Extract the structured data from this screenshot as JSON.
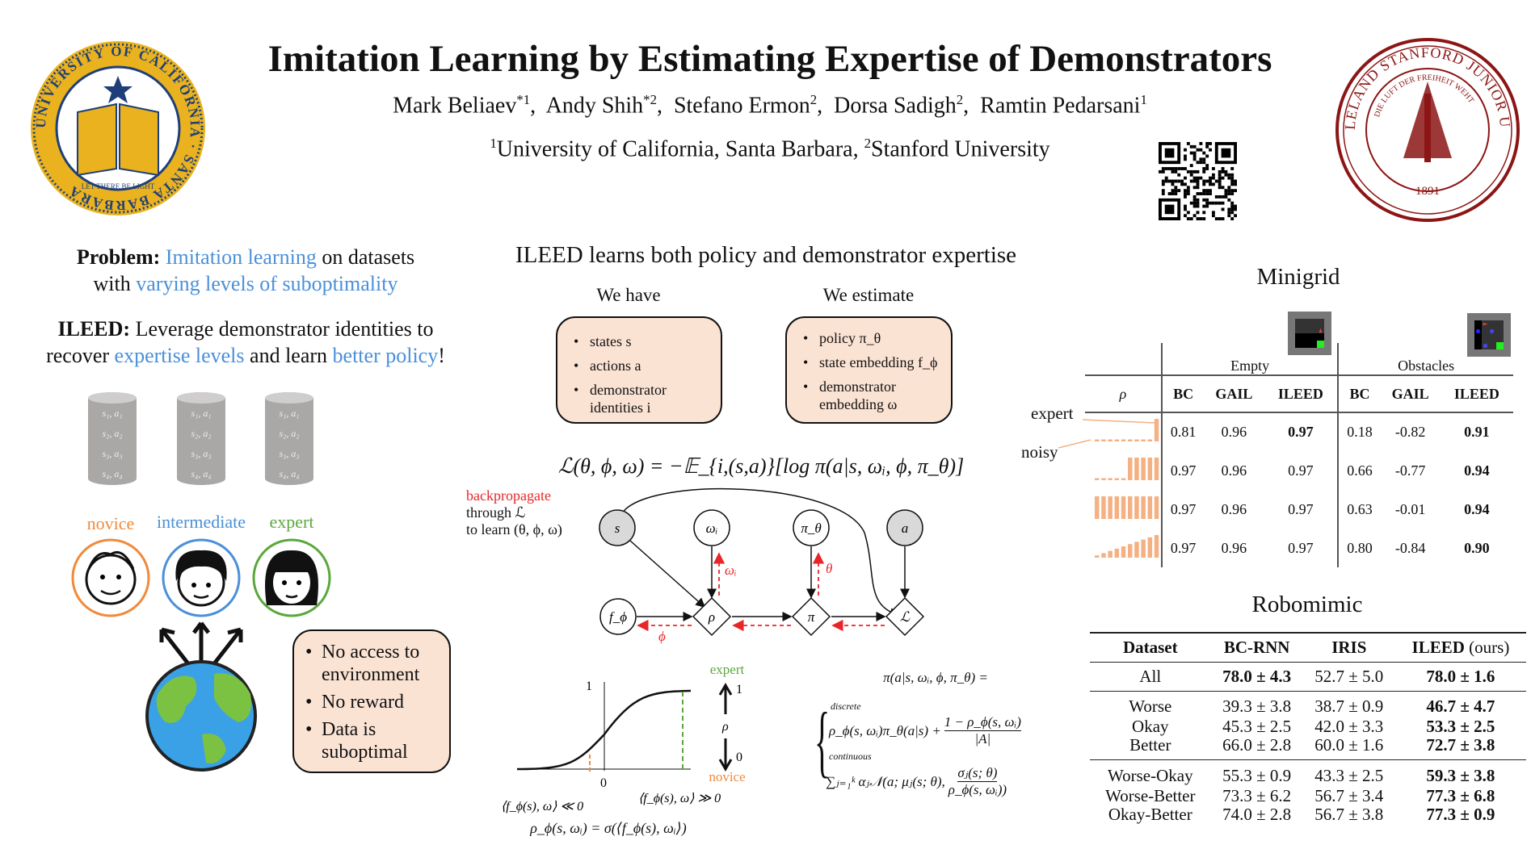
{
  "title": "Imitation Learning by Estimating Expertise of Demonstrators",
  "authors": [
    {
      "name": "Mark Beliaev",
      "sup": "*1"
    },
    {
      "name": "Andy Shih",
      "sup": "*2"
    },
    {
      "name": "Stefano Ermon",
      "sup": "2"
    },
    {
      "name": "Dorsa Sadigh",
      "sup": "2"
    },
    {
      "name": "Ramtin Pedarsani",
      "sup": "1"
    }
  ],
  "affiliations": {
    "ucsb_sup": "1",
    "ucsb": "University of California, Santa Barbara,",
    "stanford_sup": "2",
    "stanford": "Stanford University"
  },
  "logos": {
    "ucsb_ring": "UNIVERSITY OF CALIFORNIA · SANTA BARBARA",
    "ucsb_banner": "LET THERE BE LIGHT",
    "stanford_ring": "LELAND STANFORD JUNIOR UNIVERSITY",
    "stanford_motto": "DIE LUFT DER FREIHEIT WEHT",
    "stanford_year": "1891"
  },
  "problem": {
    "label": "Problem:",
    "t1": "Imitation learning",
    "t2": "on datasets",
    "t3": "with",
    "t4": "varying levels of suboptimality"
  },
  "ileed": {
    "label": "ILEED:",
    "t1": "Leverage demonstrator identities to",
    "t2": "recover",
    "t3": "expertise levels",
    "t4": "and learn",
    "t5": "better policy",
    "t6": "!"
  },
  "datasets": [
    [
      "s₁, a₁",
      "s₂, a₂",
      "s₃, a₃",
      "s₄, a₄"
    ],
    [
      "s₁, a₁",
      "s₂, a₂",
      "s₃, a₃",
      "s₄, a₄"
    ],
    [
      "s₁, a₁",
      "s₂, a₂",
      "s₃, a₃",
      "s₄, a₄"
    ]
  ],
  "demonstrators": [
    {
      "label": "novice",
      "color": "#f08a3c"
    },
    {
      "label": "intermediate",
      "color": "#4a90d9"
    },
    {
      "label": "expert",
      "color": "#5aa83c"
    }
  ],
  "constraints": [
    "No access to environment",
    "No reward",
    "Data is suboptimal"
  ],
  "middle": {
    "heading": "ILEED learns both policy and demonstrator expertise",
    "have_title": "We have",
    "have": [
      "states s",
      "actions a",
      "demonstrator identities i"
    ],
    "estimate_title": "We estimate",
    "estimate": [
      "policy π_θ",
      "state embedding f_ϕ",
      "demonstrator embedding ω"
    ],
    "loss": "ℒ(θ, ϕ, ω) = −𝔼_{i,(s,a)}[log π(a|s, ωᵢ, ϕ, π_θ)]",
    "backprop": {
      "l1": "backpropagate",
      "l2": "through ℒ",
      "l3": "to learn (θ, ϕ, ω)"
    },
    "nodes": {
      "s": "s",
      "omega": "ωᵢ",
      "pitheta": "π_θ",
      "a": "a",
      "f": "f_ϕ",
      "rho": "ρ",
      "pi": "π",
      "L": "ℒ"
    },
    "grad_labels": {
      "omega": "ωᵢ",
      "theta": "θ",
      "phi": "ϕ"
    },
    "sigmoid": {
      "y1": "1",
      "x0": "0",
      "expert": "expert",
      "novice": "novice",
      "rho": "ρ",
      "one": "1",
      "zero": "0",
      "neg": "⟨f_ϕ(s), ω⟩ ≪ 0",
      "pos": "⟨f_ϕ(s), ω⟩ ≫ 0",
      "def": "ρ_ϕ(s, ωᵢ) = σ(⟨f_ϕ(s), ωᵢ⟩)"
    },
    "policy": {
      "head": "π(a|s, ωᵢ, ϕ, π_θ) =",
      "discrete": "discrete",
      "d_expr": "ρ_ϕ(s, ωᵢ)π_θ(a|s) +",
      "d_num": "1 − ρ_ϕ(s, ωᵢ)",
      "d_den": "|A|",
      "continuous": "continuous",
      "c_expr": "∑ⱼ₌₁ᵏ αⱼ𝒩(a; μⱼ(s; θ),",
      "c_num": "σⱼ(s; θ)",
      "c_den": "ρ_ϕ(s, ωᵢ))"
    }
  },
  "minigrid": {
    "title": "Minigrid",
    "groups": [
      "Empty",
      "Obstacles"
    ],
    "rho_header": "ρ",
    "cols": [
      "BC",
      "GAIL",
      "ILEED",
      "BC",
      "GAIL",
      "ILEED"
    ],
    "expert_label": "expert",
    "noisy_label": "noisy",
    "rows": [
      {
        "rho": [
          0.05,
          0.05,
          0.05,
          0.05,
          0.05,
          0.05,
          0.05,
          0.05,
          0.05,
          1
        ],
        "vals": [
          "0.81",
          "0.96",
          "0.97",
          "0.18",
          "-0.82",
          "0.91"
        ],
        "bold": [
          2,
          5
        ]
      },
      {
        "rho": [
          0.05,
          0.05,
          0.05,
          0.05,
          0.05,
          1,
          1,
          1,
          1,
          1
        ],
        "vals": [
          "0.97",
          "0.96",
          "0.97",
          "0.66",
          "-0.77",
          "0.94"
        ],
        "bold": [
          5
        ]
      },
      {
        "rho": [
          1,
          1,
          1,
          1,
          1,
          1,
          1,
          1,
          1,
          1
        ],
        "vals": [
          "0.97",
          "0.96",
          "0.97",
          "0.63",
          "-0.01",
          "0.94"
        ],
        "bold": [
          5
        ]
      },
      {
        "rho": [
          0.1,
          0.2,
          0.3,
          0.4,
          0.5,
          0.6,
          0.7,
          0.8,
          0.9,
          1
        ],
        "vals": [
          "0.97",
          "0.96",
          "0.97",
          "0.80",
          "-0.84",
          "0.90"
        ],
        "bold": [
          5
        ]
      }
    ]
  },
  "robomimic": {
    "title": "Robomimic",
    "cols": [
      "Dataset",
      "BC-RNN",
      "IRIS",
      "ILEED"
    ],
    "ours": "(ours)",
    "groups": [
      [
        {
          "d": "All",
          "v": [
            "78.0 ± 4.3",
            "52.7 ± 5.0",
            "78.0 ± 1.6"
          ],
          "bold": [
            0,
            2
          ]
        }
      ],
      [
        {
          "d": "Worse",
          "v": [
            "39.3 ± 3.8",
            "38.7 ± 0.9",
            "46.7 ± 4.7"
          ],
          "bold": [
            2
          ]
        },
        {
          "d": "Okay",
          "v": [
            "45.3 ± 2.5",
            "42.0 ± 3.3",
            "53.3 ± 2.5"
          ],
          "bold": [
            2
          ]
        },
        {
          "d": "Better",
          "v": [
            "66.0 ± 2.8",
            "60.0 ± 1.6",
            "72.7 ± 3.8"
          ],
          "bold": [
            2
          ]
        }
      ],
      [
        {
          "d": "Worse-Okay",
          "v": [
            "55.3 ± 0.9",
            "43.3 ± 2.5",
            "59.3 ± 3.8"
          ],
          "bold": [
            2
          ]
        },
        {
          "d": "Worse-Better",
          "v": [
            "73.3 ± 6.2",
            "56.7 ± 3.4",
            "77.3 ± 6.8"
          ],
          "bold": [
            2
          ]
        },
        {
          "d": "Okay-Better",
          "v": [
            "74.0 ± 2.8",
            "56.7 ± 3.8",
            "77.3 ± 0.9"
          ],
          "bold": [
            2
          ]
        }
      ]
    ]
  },
  "colors": {
    "blue": "#4a90d9",
    "box": "#fbe3d4",
    "bar": "#f4b183",
    "red": "#e8262a",
    "green": "#5aa83c",
    "orange": "#f08a3c",
    "ucsb_gold": "#e9b21e",
    "ucsb_blue": "#1f3f7a",
    "stanford": "#8c1515"
  }
}
